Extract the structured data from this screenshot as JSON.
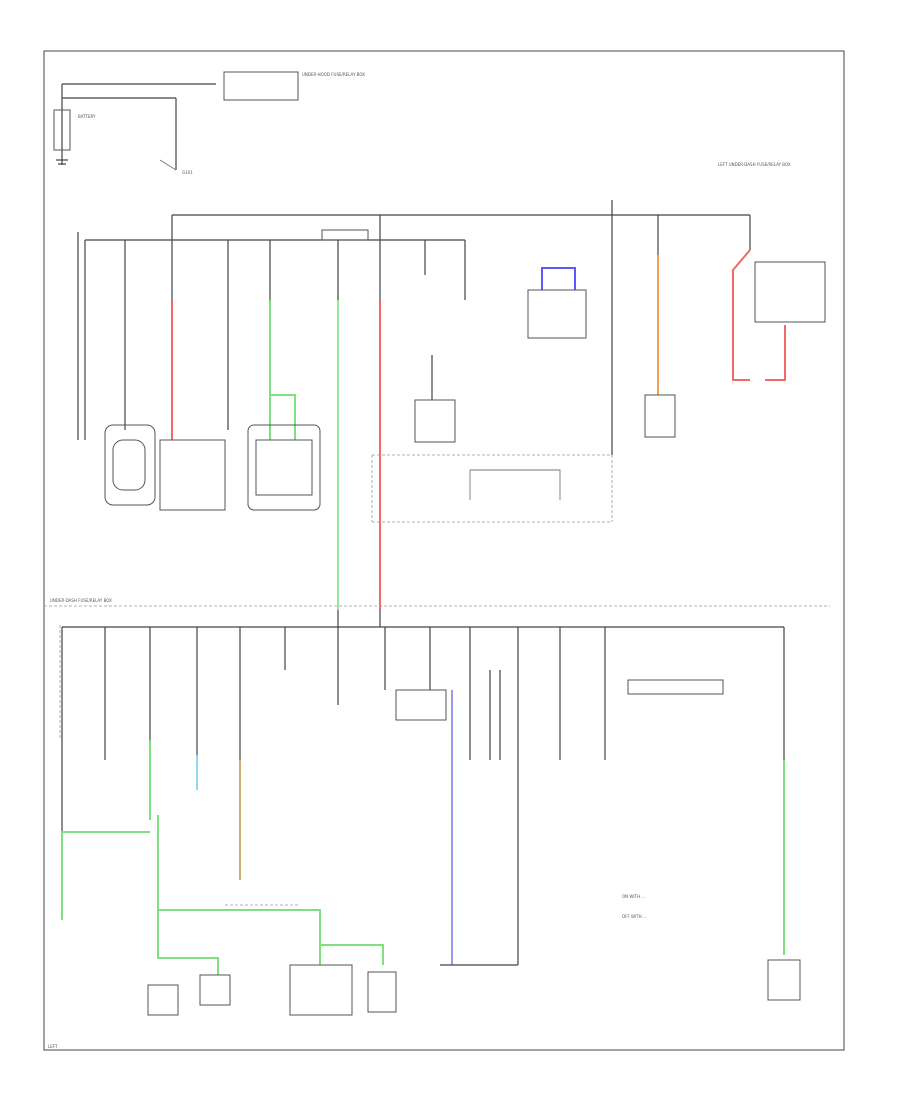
{
  "colors": {
    "red": "#f06a6a",
    "green": "#7fe07f",
    "blue": "#5a5aff",
    "orange": "#f0a050",
    "light_blue": "#8fd8f0",
    "tan": "#c8b070",
    "lavender": "#9a9af0",
    "wire": "#444444"
  },
  "labels": {
    "battery": "BATTERY",
    "fuse_box_top": "UNDER-HOOD FUSE/RELAY BOX",
    "ground_code": "G101",
    "top_right_note": "LEFT UNDER-DASH FUSE/RELAY BOX",
    "section_divider_note": "UNDER-DASH FUSE/RELAY BOX",
    "bottom_left_tag": "LEFT",
    "legend_line_1": "ON WITH ...",
    "legend_line_2": "OFF WITH ..."
  }
}
